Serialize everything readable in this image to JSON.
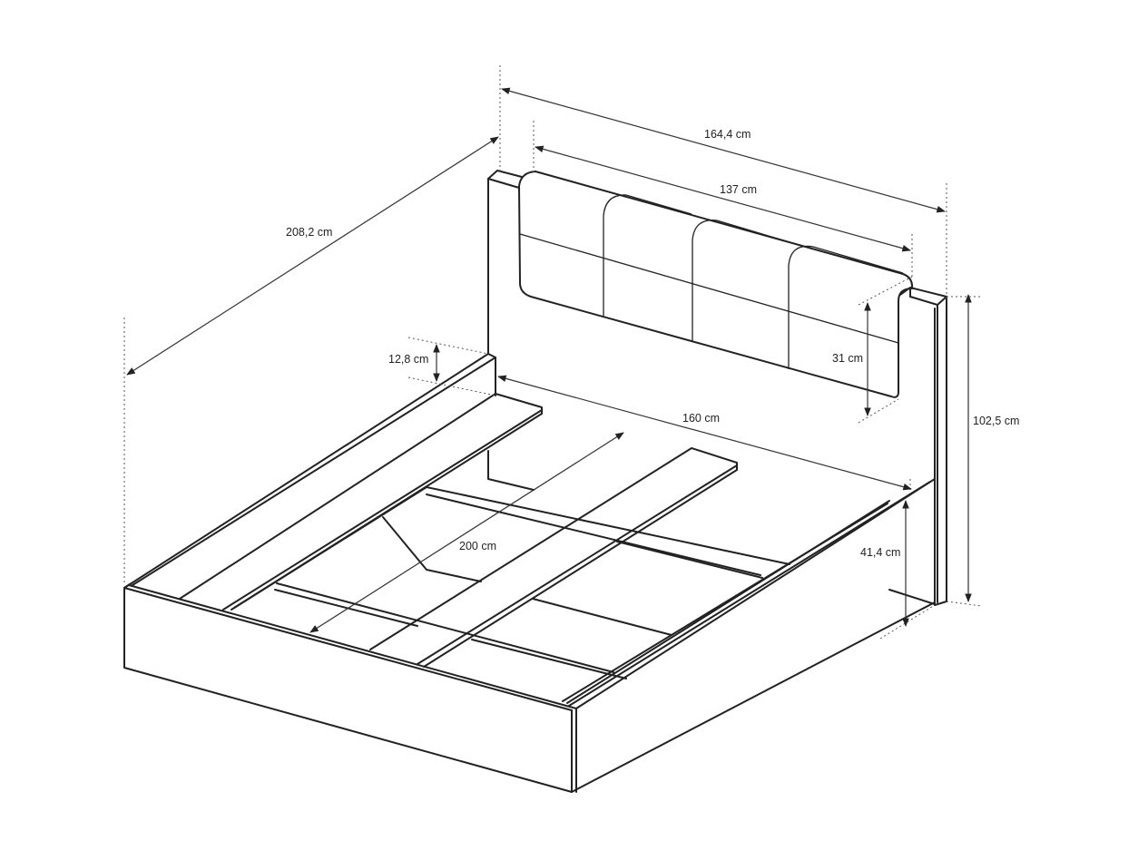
{
  "diagram": {
    "labels": {
      "overall_width": "164,4 cm",
      "headboard_width": "137 cm",
      "overall_length": "208,2 cm",
      "side_rail_height": "12,8 cm",
      "headboard_pad_height": "31 cm",
      "inner_width": "160 cm",
      "overall_height": "102,5 cm",
      "inner_length": "200 cm",
      "frame_height": "41,4 cm"
    },
    "colors": {
      "line": "#222222",
      "background": "#ffffff"
    }
  }
}
